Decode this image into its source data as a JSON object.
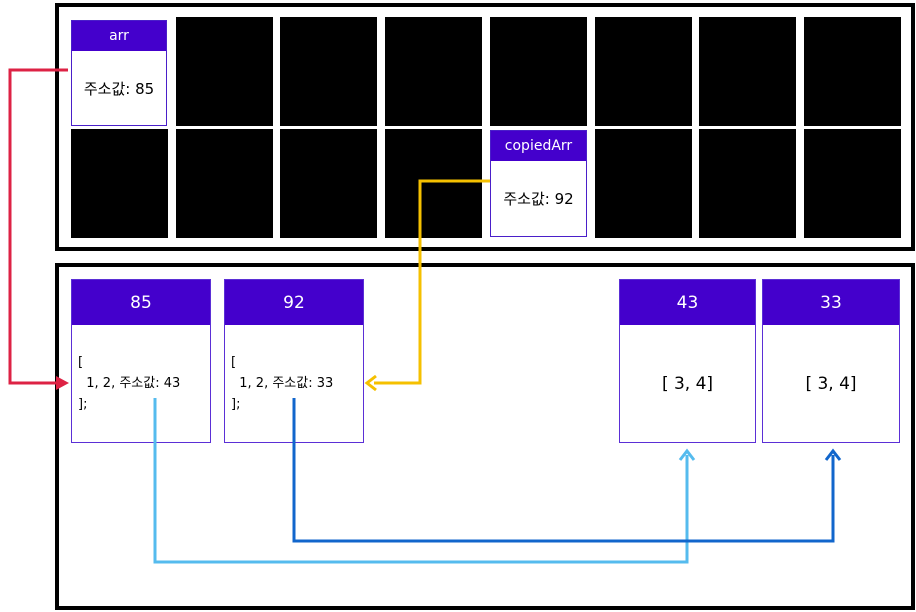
{
  "stack": {
    "arr": {
      "name": "arr",
      "value": "주소값: 85"
    },
    "copiedArr": {
      "name": "copiedArr",
      "value": "주소값: 92"
    }
  },
  "heap": {
    "h85": {
      "address": "85",
      "lines": [
        "[",
        "  1, 2, 주소값: 43",
        "];"
      ]
    },
    "h92": {
      "address": "92",
      "lines": [
        "[",
        "  1, 2, 주소값: 33",
        "];"
      ]
    },
    "h43": {
      "address": "43",
      "content": "[ 3, 4]"
    },
    "h33": {
      "address": "33",
      "content": "[ 3, 4]"
    }
  },
  "colors": {
    "header": "#4400cc",
    "arrow_arr": "#dd2244",
    "arrow_copied": "#f5c000",
    "arrow_43": "#55bbee",
    "arrow_33": "#1166cc"
  }
}
